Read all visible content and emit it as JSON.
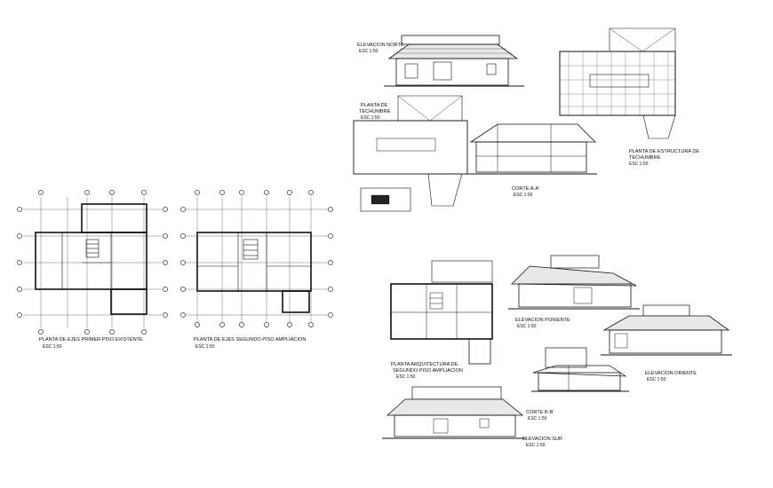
{
  "drawings": {
    "plan_existing": {
      "title": "PLANTA DE EJES PRIMER  PISO EXISTENTE",
      "scale": "ESC 1:50"
    },
    "plan_second": {
      "title": "PLANTA DE EJES SEGUNDO  PISO AMPLIACION",
      "scale": "ESC 1:50"
    },
    "elev_norte": {
      "title": "ELEVACION NORTE",
      "scale": "ESC 1:50"
    },
    "techumbre": {
      "title_1": "PLANTA DE",
      "title_2": "TECHUMBRE",
      "scale": "ESC 1:50"
    },
    "corte_aa": {
      "title": "CORTE A-A'",
      "scale": "ESC 1:50"
    },
    "estructura_techumbre": {
      "title_1": "PLANTA DE ESTRUCTURA DE",
      "title_2": "TECHUMBRE",
      "scale": "ESC 1:50"
    },
    "planta_arq": {
      "title_1": "PLANTA ARQUITECTURA DE",
      "title_2": "SEGUNDO PISO AMPLIACION",
      "scale": "ESC 1:50"
    },
    "elev_poniente": {
      "title": "ELEVACION PONIENTE",
      "scale": "ESC 1:50"
    },
    "elev_oriente": {
      "title": "ELEVACION ORIENTE",
      "scale": "ESC 1:50"
    },
    "corte_bb": {
      "title": "CORTE B-B'",
      "scale": "ESC 1:50"
    },
    "elev_sur": {
      "title": "ELEVACION SUR",
      "scale": "ESC 1:50"
    }
  },
  "colors": {
    "line": "#111111",
    "background": "#ffffff"
  }
}
